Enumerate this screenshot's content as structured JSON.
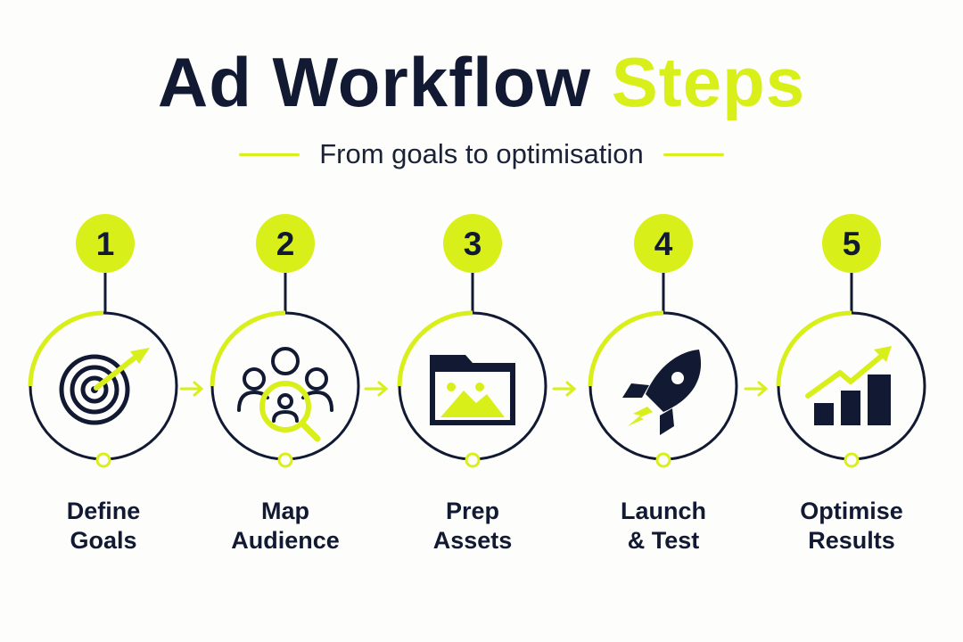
{
  "header": {
    "title_main": "Ad Workflow",
    "title_accent": "Steps",
    "subtitle": "From goals to optimisation"
  },
  "colors": {
    "accent": "#d9ef1a",
    "ink": "#121a33",
    "background": "#fdfdfb"
  },
  "steps": [
    {
      "number": "1",
      "label_line1": "Define",
      "label_line2": "Goals",
      "icon": "target-arrow-icon"
    },
    {
      "number": "2",
      "label_line1": "Map",
      "label_line2": "Audience",
      "icon": "audience-magnifier-icon"
    },
    {
      "number": "3",
      "label_line1": "Prep",
      "label_line2": "Assets",
      "icon": "folder-image-icon"
    },
    {
      "number": "4",
      "label_line1": "Launch",
      "label_line2": "& Test",
      "icon": "rocket-icon"
    },
    {
      "number": "5",
      "label_line1": "Optimise",
      "label_line2": "Results",
      "icon": "growth-chart-icon"
    }
  ]
}
